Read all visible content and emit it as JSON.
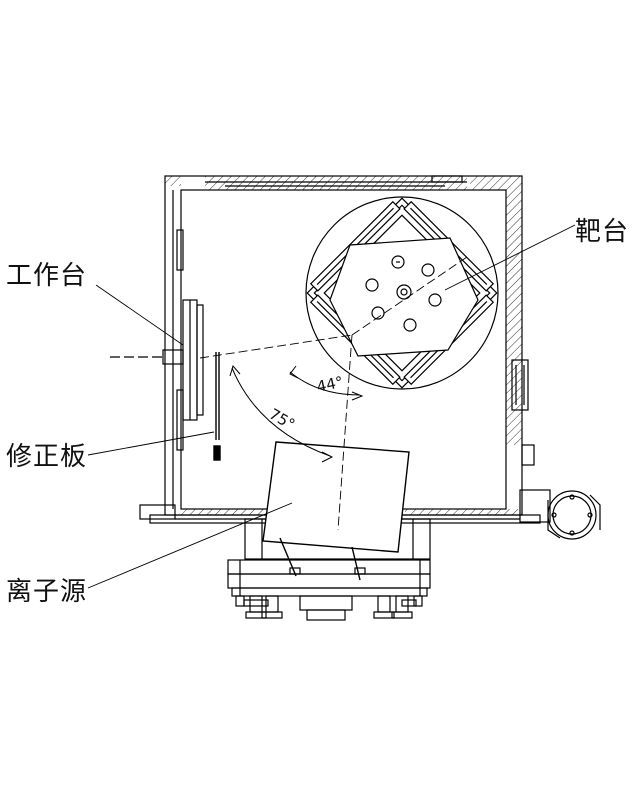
{
  "labels": {
    "workbench": "工作台",
    "target_table": "靶台",
    "correction_plate": "修正板",
    "ion_source": "离子源"
  },
  "angles": {
    "small": "44°",
    "large": "75°"
  }
}
